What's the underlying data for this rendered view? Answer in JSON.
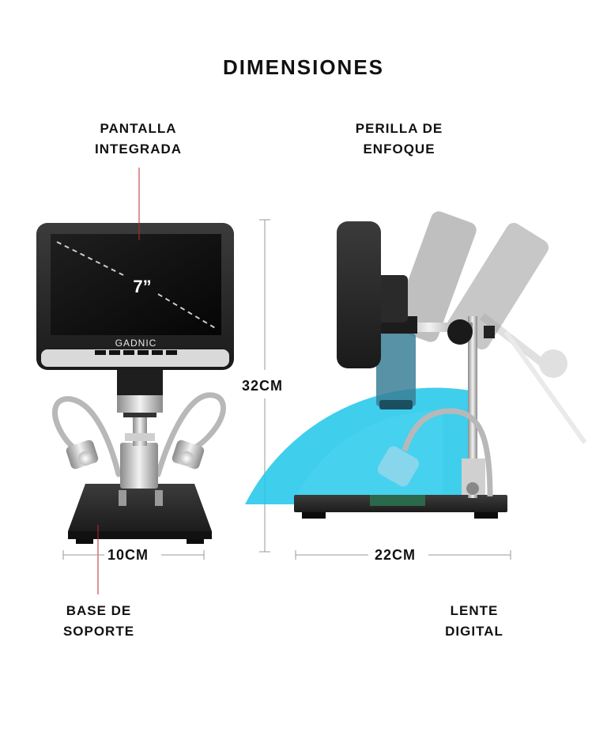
{
  "title": "DIMENSIONES",
  "labels": {
    "screen_line1": "PANTALLA",
    "screen_line2": "INTEGRADA",
    "focus_line1": "PERILLA DE",
    "focus_line2": "ENFOQUE",
    "base_line1": "BASE DE",
    "base_line2": "SOPORTE",
    "lens_line1": "LENTE",
    "lens_line2": "DIGITAL"
  },
  "dimensions": {
    "height": "32CM",
    "front_width": "10CM",
    "side_width": "22CM"
  },
  "device": {
    "brand": "GADNIC",
    "screen_size": "7”"
  },
  "colors": {
    "accent_line": "#c0282d",
    "sweep": "#1fc6ea"
  }
}
